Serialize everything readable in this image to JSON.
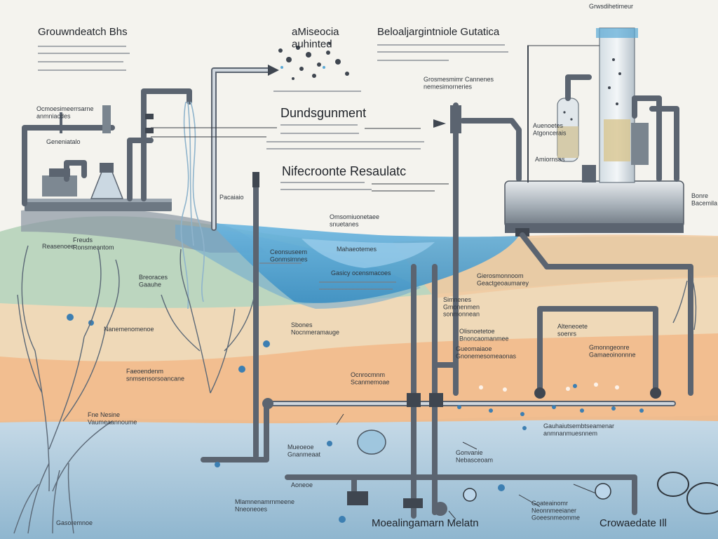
{
  "colors": {
    "background": "#f4f3ee",
    "water_blue": "#5aa9d6",
    "soil_green": "#b8d2b8",
    "soil_orange": "#f2b885",
    "groundwater_blue": "#a9c8dd",
    "pipe": "#5b6470"
  },
  "header": {
    "left_title": "Grouwndeatch Bhs",
    "mid_title": "aMiseocia\nauhinted",
    "right_title": "Beloaljargintniole Gutatica",
    "top_right_label": "Grwsdihetimeur"
  },
  "labels": {
    "diagram_center": "Dundsgunment",
    "reservoir_title": "Nifecroonte Resaulatc",
    "upper_left_block": "Ocmoesimeerrsarne\nanmniacdes",
    "left_mid": "Geneniatalo",
    "pump_station": "Grosmesmimr Cannenes\nnemesimorneries",
    "wellhead_side": "Auenoetes\nAtgoncerais",
    "tank_side": "Amiornsas",
    "far_right": "Bonre\nBacemila",
    "surface_left": "Pacaiaio",
    "surface_center": "Omsomiuonetaee\nsnuetanes",
    "lake_label": "Mahaeotemes",
    "inflow_a": "Ceonsuseem\nGonmsirnnes",
    "aquifer_band": "Gasicy ocensmacoes",
    "band_right": "Gierosmonnoom\nGeactgeoaumarey",
    "roots_a": "Freuds\nRonsmeantom",
    "roots_b": "Breoraces\nGaauhe",
    "roots_c": "Nanemenomenoe",
    "roots_d": "Faeoendenm\nsnmsensorsoancane",
    "roots_e": "Fne Nesine\nVaumeaannoume",
    "mid_soil": "Sbones\nNocnmeramauge",
    "mid_soil_b": "Simnenes\nGmonenmen\nsonmonnean",
    "deep_a": "Olisnoetetoe\nBnoncaomanmee",
    "deep_b": "Gueomaiaoe\nGnonemesomeaonas",
    "well_mid": "Alteneoete\nsoenrs",
    "gravel_label": "Gmonngeonre\nGamaeoinonnne",
    "lower_right": "Gauhaiutsembtseamenar\nanmnanmuesnnem",
    "bottom_left": "Gasoremnoe",
    "bottom_a": "Mueoeoe\nGnanmeaat",
    "bottom_b": "Gonvanie\nNebasceoam",
    "bottom_c": "Aoneoe",
    "bottom_d": "Mlamnenamrnmeene\nNneoneoes",
    "bottom_e": "Goateainomr\nNeonnmeeianer\nGoeesnmeomme",
    "bottom_center": "Moealingamarn Melatn",
    "bottom_right": "Crowaedate Ill",
    "bottom_mid2": "Ocnrocmnm\nScanmemoae",
    "rf_label": "Reasenoee"
  }
}
